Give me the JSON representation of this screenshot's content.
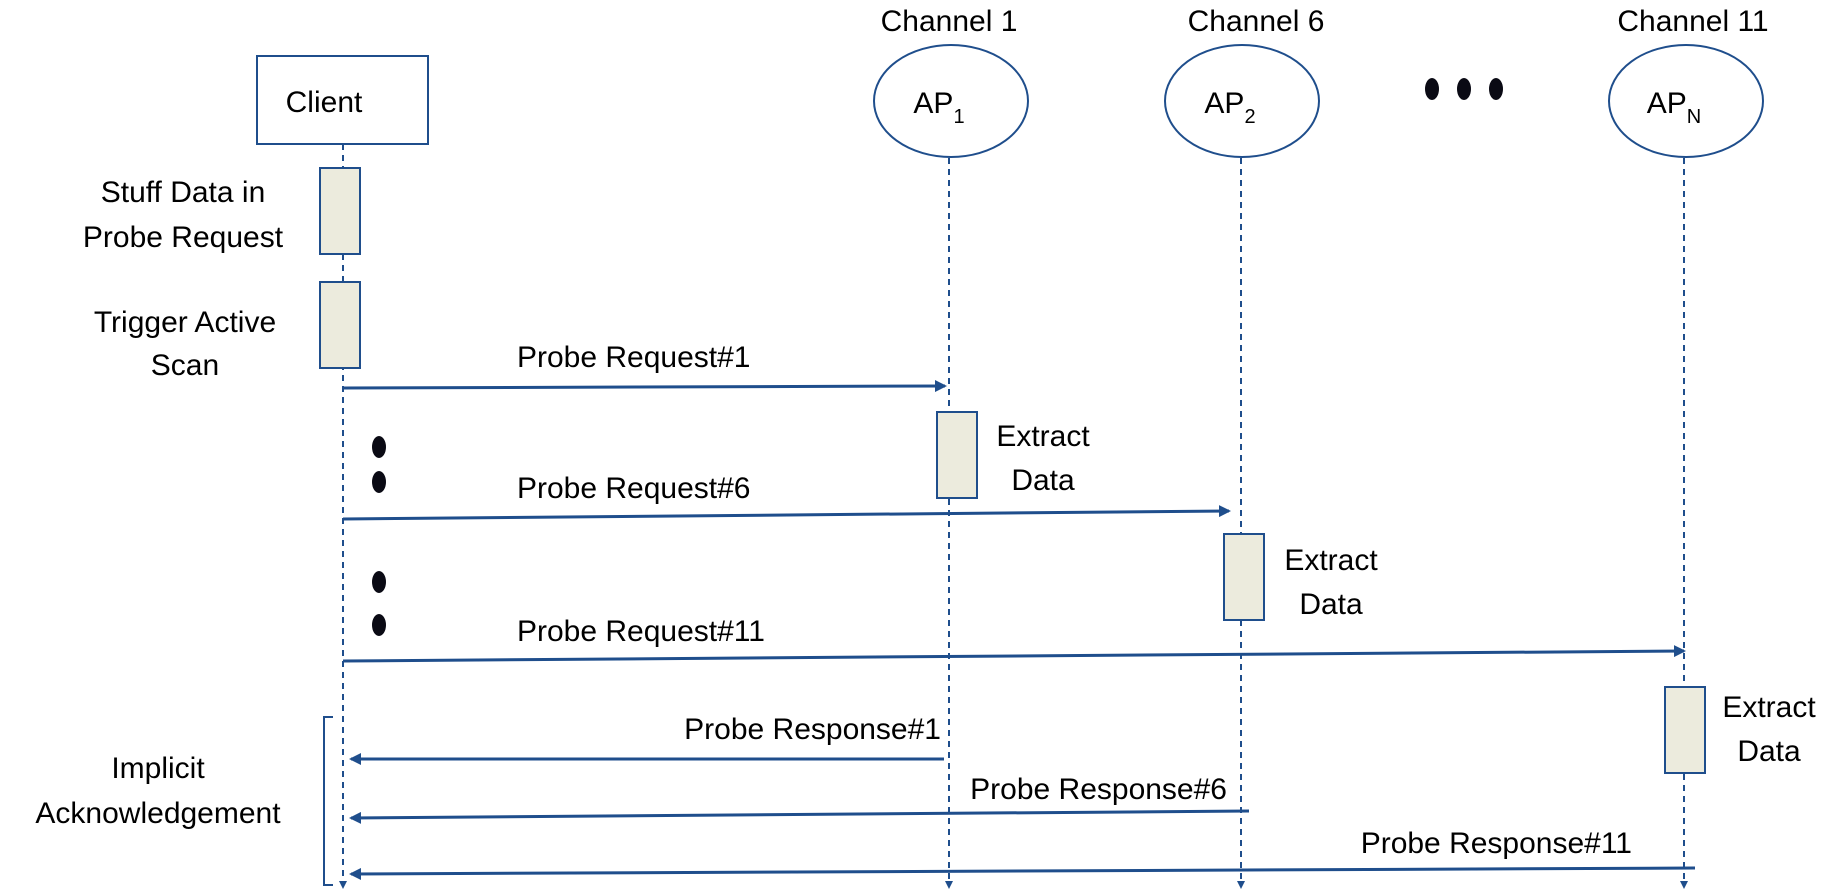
{
  "colors": {
    "line": "#1f4e8c",
    "box_fill": "#ecebdd",
    "box_stroke": "#1f4e8c",
    "text": "#000000"
  },
  "participants": {
    "client": {
      "label": "Client"
    },
    "ap1": {
      "channel": "Channel 1",
      "name": "AP",
      "subscript": "1"
    },
    "ap2": {
      "channel": "Channel 6",
      "name": "AP",
      "subscript": "2"
    },
    "apn": {
      "channel": "Channel 11",
      "name": "AP",
      "subscript": "N"
    }
  },
  "activations": {
    "stuff": [
      "Stuff Data in",
      "Probe Request"
    ],
    "trigger": [
      "Trigger Active",
      "Scan"
    ],
    "extract": [
      "Extract",
      "Data"
    ]
  },
  "messages": {
    "req1": "Probe Request#1",
    "req6": "Probe Request#6",
    "req11": "Probe Request#11",
    "resp1": "Probe Response#1",
    "resp6": "Probe Response#6",
    "resp11": "Probe Response#11"
  },
  "brace_label": [
    "Implicit",
    "Acknowledgement"
  ]
}
